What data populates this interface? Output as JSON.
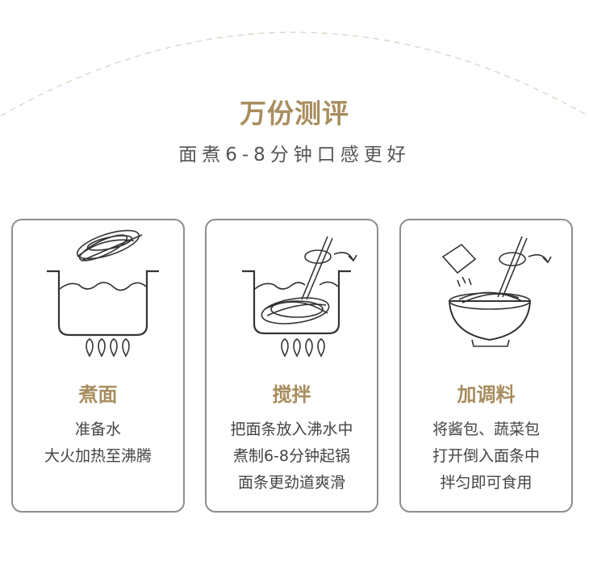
{
  "header": {
    "title": "万份测评",
    "subtitle": "面煮6-8分钟口感更好"
  },
  "steps": [
    {
      "title": "煮面",
      "lines": [
        "准备水",
        "大火加热至沸腾"
      ],
      "icon": "pot-boiling-icon"
    },
    {
      "title": "搅拌",
      "lines": [
        "把面条放入沸水中",
        "煮制6-8分钟起锅",
        "面条更劲道爽滑"
      ],
      "icon": "pot-stirring-icon"
    },
    {
      "title": "加调料",
      "lines": [
        "将酱包、蔬菜包",
        "打开倒入面条中",
        "拌匀即可食用"
      ],
      "icon": "bowl-seasoning-icon"
    }
  ],
  "colors": {
    "accent": "#a88d5e",
    "text": "#444444",
    "border": "#8e8e8e"
  }
}
